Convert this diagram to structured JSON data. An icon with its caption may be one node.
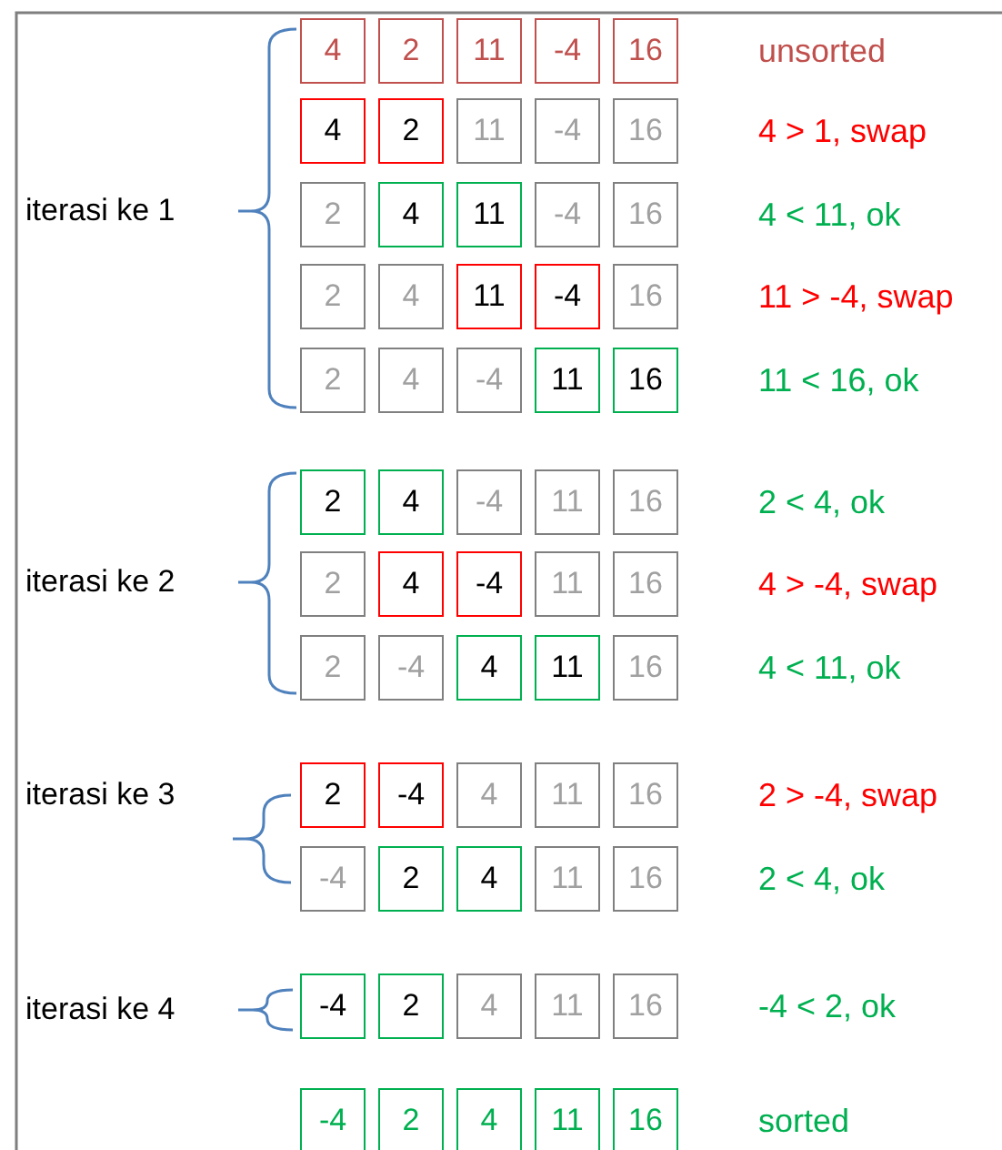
{
  "diagram": {
    "nodes": [
      {
        "text": [
          "4"
        ]
      },
      {
        "text": [
          "2"
        ]
      },
      {
        "text": [
          "11"
        ]
      },
      {
        "text": [
          "-4"
        ]
      },
      {
        "text": [
          "16"
        ]
      },
      {
        "text": [
          "4"
        ]
      },
      {
        "text": [
          "2"
        ]
      },
      {
        "text": [
          "11"
        ]
      },
      {
        "text": [
          "-4"
        ]
      },
      {
        "text": [
          "16"
        ]
      },
      {
        "text": [
          "2"
        ]
      },
      {
        "text": [
          "4"
        ]
      },
      {
        "text": [
          "11"
        ]
      },
      {
        "text": [
          "-4"
        ]
      },
      {
        "text": [
          "16"
        ]
      },
      {
        "text": [
          "2"
        ]
      },
      {
        "text": [
          "4"
        ]
      },
      {
        "text": [
          "11"
        ]
      },
      {
        "text": [
          "-4"
        ]
      },
      {
        "text": [
          "16"
        ]
      },
      {
        "text": [
          "2"
        ]
      },
      {
        "text": [
          "4"
        ]
      },
      {
        "text": [
          "-4"
        ]
      },
      {
        "text": [
          "11"
        ]
      },
      {
        "text": [
          "16"
        ]
      },
      {
        "text": [
          "2"
        ]
      },
      {
        "text": [
          "4"
        ]
      },
      {
        "text": [
          "-4"
        ]
      },
      {
        "text": [
          "11"
        ]
      },
      {
        "text": [
          "16"
        ]
      },
      {
        "text": [
          "2"
        ]
      },
      {
        "text": [
          "4"
        ]
      },
      {
        "text": [
          "-4"
        ]
      },
      {
        "text": [
          "11"
        ]
      },
      {
        "text": [
          "16"
        ]
      },
      {
        "text": [
          "2"
        ]
      },
      {
        "text": [
          "-4"
        ]
      },
      {
        "text": [
          "4"
        ]
      },
      {
        "text": [
          "11"
        ]
      },
      {
        "text": [
          "16"
        ]
      },
      {
        "text": [
          "2"
        ]
      },
      {
        "text": [
          "-4"
        ]
      },
      {
        "text": [
          "4"
        ]
      },
      {
        "text": [
          "11"
        ]
      },
      {
        "text": [
          "16"
        ]
      },
      {
        "text": [
          "-4"
        ]
      },
      {
        "text": [
          "2"
        ]
      },
      {
        "text": [
          "4"
        ]
      },
      {
        "text": [
          "11"
        ]
      },
      {
        "text": [
          "16"
        ]
      },
      {
        "text": [
          "-4"
        ]
      },
      {
        "text": [
          "2"
        ]
      },
      {
        "text": [
          "4"
        ]
      },
      {
        "text": [
          "11"
        ]
      },
      {
        "text": [
          "16"
        ]
      },
      {
        "text": [
          "-4"
        ]
      },
      {
        "text": [
          "2"
        ]
      },
      {
        "text": [
          "4"
        ]
      },
      {
        "text": [
          "11"
        ]
      },
      {
        "text": [
          "16"
        ]
      }
    ],
    "labels": [
      "unsorted",
      "4 > 1, swap",
      "iterasi ke 1",
      "4 < 11, ok",
      "11 > -4, swap",
      "11 < 16, ok",
      "2 < 4, ok",
      "iterasi ke 2",
      "4 > -4, swap",
      "4 < 11, ok",
      "iterasi ke 3",
      "2 > -4, swap",
      "2 < 4, ok",
      "iterasi ke 4",
      "-4 < 2, ok",
      "sorted"
    ]
  }
}
